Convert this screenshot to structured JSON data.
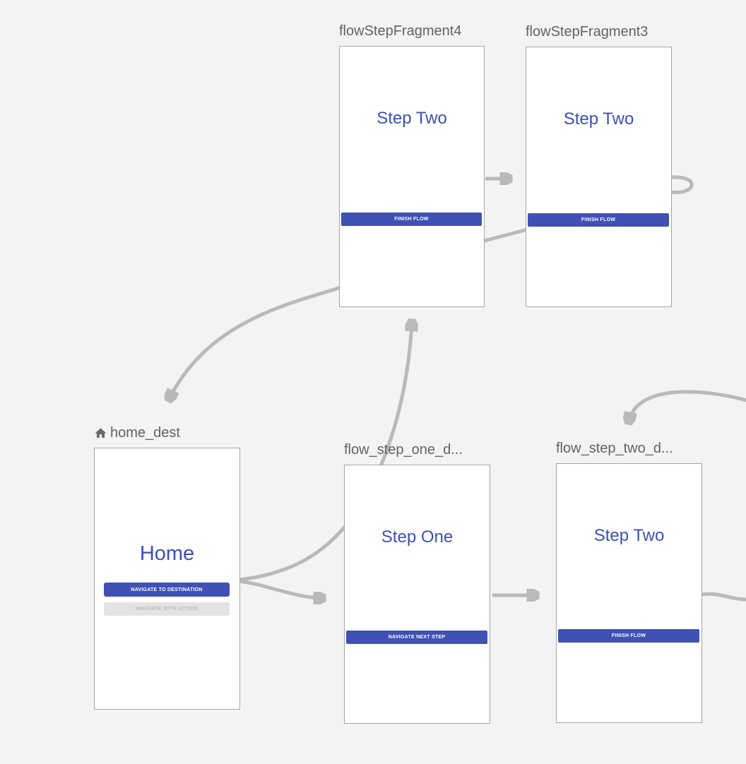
{
  "editor": {
    "background": "#f3f3f3",
    "tool": "navigation-graph"
  },
  "colors": {
    "accent_blue": "#3f51b5",
    "title_blue": "#3b51b5",
    "card_border": "#a6a6a6",
    "label_gray": "#636363",
    "arrow_gray": "#b9b9b9",
    "disabled_button_bg": "#e3e3e3",
    "disabled_button_text": "#b9b9b9"
  },
  "nodes": [
    {
      "id": "flowStepFragment4",
      "label": "flowStepFragment4",
      "screen_title": "Step Two",
      "buttons": [
        {
          "label": "FINISH FLOW",
          "variant": "primary"
        }
      ]
    },
    {
      "id": "flowStepFragment3",
      "label": "flowStepFragment3",
      "screen_title": "Step Two",
      "buttons": [
        {
          "label": "FINISH FLOW",
          "variant": "primary"
        }
      ]
    },
    {
      "id": "home_dest",
      "label": "home_dest",
      "is_start_destination": true,
      "screen_title": "Home",
      "buttons": [
        {
          "label": "NAVIGATE TO DESTINATION",
          "variant": "primary"
        },
        {
          "label": "NAVIGATE WITH ACTION",
          "variant": "disabled"
        }
      ]
    },
    {
      "id": "flow_step_one_dest",
      "label": "flow_step_one_d...",
      "screen_title": "Step One",
      "buttons": [
        {
          "label": "NAVIGATE NEXT STEP",
          "variant": "primary"
        }
      ]
    },
    {
      "id": "flow_step_two_dest",
      "label": "flow_step_two_d...",
      "screen_title": "Step Two",
      "buttons": [
        {
          "label": "FINISH FLOW",
          "variant": "primary"
        }
      ]
    }
  ],
  "edges": [
    {
      "name": "flowStepFragment4-to-home_dest"
    },
    {
      "name": "home-to-flowStepFragment4"
    },
    {
      "name": "flowStepFragment4-to-flowStepFragment3"
    },
    {
      "name": "diagonal-into-flowStepFragment3"
    },
    {
      "name": "flowStepFragment3-self-loop"
    },
    {
      "name": "offscreen-right-to-flow_step_two"
    },
    {
      "name": "home-to-flow_step_one"
    },
    {
      "name": "flow_step_one-to-flow_step_two"
    },
    {
      "name": "flow_step_two-to-offscreen-right"
    }
  ]
}
